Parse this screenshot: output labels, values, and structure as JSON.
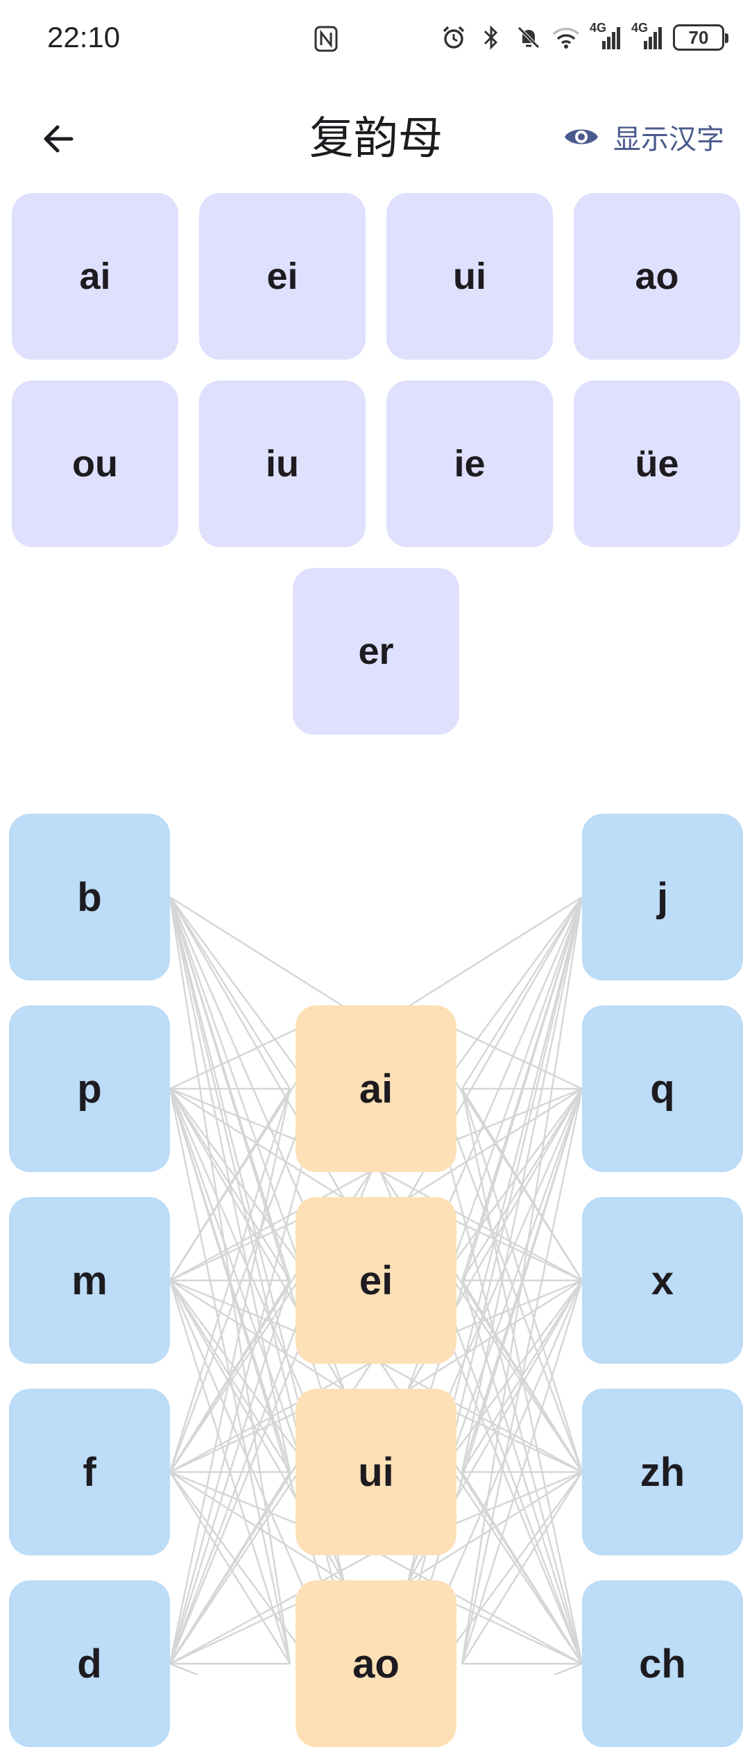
{
  "status_bar": {
    "time": "22:10",
    "network_1": "4G",
    "network_2": "4G",
    "battery": "70",
    "icons": [
      "nfc-icon",
      "alarm-icon",
      "bluetooth-icon",
      "mute-icon",
      "wifi-icon",
      "signal-icon",
      "signal-icon",
      "battery-icon"
    ]
  },
  "app_bar": {
    "back_icon": "arrow-left-icon",
    "title": "复韵母",
    "toggle_icon": "eye-icon",
    "toggle_label": "显示汉字"
  },
  "finals": [
    "ai",
    "ei",
    "ui",
    "ao",
    "ou",
    "iu",
    "ie",
    "üe",
    "er"
  ],
  "diagram": {
    "left_initials": [
      "b",
      "p",
      "m",
      "f",
      "d"
    ],
    "center_finals": [
      "ai",
      "ei",
      "ui",
      "ao"
    ],
    "right_initials": [
      "j",
      "q",
      "x",
      "zh",
      "ch"
    ]
  },
  "colors": {
    "final_tile": "#dfe0fd",
    "initial_tile": "#bcdcf7",
    "center_tile": "#fde0b6",
    "accent": "#4a5a8c",
    "line": "#d6d6d6"
  }
}
